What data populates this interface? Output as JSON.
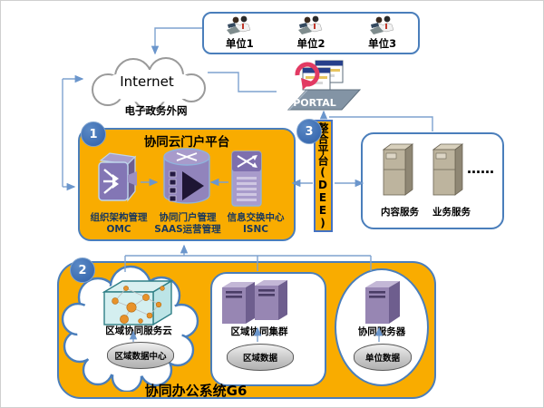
{
  "colors": {
    "zone_fill": "#F9AC00",
    "zone_border": "#4A7EBB",
    "connector": "#7EA2CF",
    "badge_fill": "#2f5fa8",
    "module_label_text": "#17375E",
    "portal_arrow": "#E23A63"
  },
  "units_box": {
    "items": [
      {
        "icon": "people-laptop-icon",
        "label": "单位1"
      },
      {
        "icon": "people-laptop-icon",
        "label": "单位2"
      },
      {
        "icon": "people-laptop-icon",
        "label": "单位3"
      }
    ]
  },
  "internet": {
    "label": "Internet",
    "caption": "电子政务外网"
  },
  "portal": {
    "label": "PORTAL"
  },
  "platform1": {
    "badge": "1",
    "title": "协同云门户平台",
    "modules": [
      {
        "icon": "merge-box-icon",
        "line1": "组织架构管理",
        "line2": "OMC"
      },
      {
        "icon": "database-play-icon",
        "line1": "协同门户管理",
        "line2": "SAAS运营管理"
      },
      {
        "icon": "switch-server-icon",
        "line1": "信息交换中心",
        "line2": "ISNC"
      }
    ]
  },
  "dee_bar": {
    "badge": "3",
    "label": "整合平台(DEE)"
  },
  "services_box": {
    "servers": [
      {
        "icon": "server-cabinet-icon",
        "label": "内容服务"
      },
      {
        "icon": "server-cabinet-icon",
        "label": "业务服务"
      }
    ],
    "ellipsis": "……"
  },
  "system_g6": {
    "badge": "2",
    "title": "协同办公系统G6",
    "groups": [
      {
        "shape": "cloud",
        "icon": "network-cube-icon",
        "label": "区域协同服务云",
        "data_label": "区域数据中心"
      },
      {
        "shape": "rounded-rect",
        "icon": "server-tower-pair-icon",
        "label": "区域协同集群",
        "data_label": "区域数据"
      },
      {
        "shape": "ellipse",
        "icon": "server-tower-icon",
        "label": "协同服务器",
        "data_label": "单位数据"
      }
    ]
  }
}
